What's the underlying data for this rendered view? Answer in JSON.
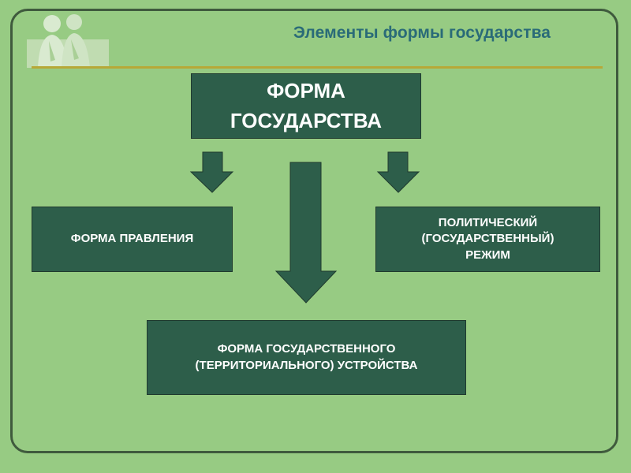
{
  "header": {
    "title": "Элементы формы государства"
  },
  "diagram": {
    "top_box": {
      "line1": "ФОРМА",
      "line2": "ГОСУДАРСТВА"
    },
    "left_box": {
      "label": "ФОРМА ПРАВЛЕНИЯ"
    },
    "right_box": {
      "line1": "ПОЛИТИЧЕСКИЙ",
      "line2": "(ГОСУДАРСТВЕННЫЙ)",
      "line3": "РЕЖИМ"
    },
    "bottom_box": {
      "line1": "ФОРМА ГОСУДАРСТВЕННОГО",
      "line2": "(ТЕРРИТОРИАЛЬНОГО) УСТРОЙСТВА"
    }
  },
  "colors": {
    "background": "#97cb83",
    "box_fill": "#2d5e4a",
    "title_color": "#2a6b78",
    "rule_color": "#b7a838"
  },
  "icons": {
    "logo": "people-silhouette-icon"
  }
}
